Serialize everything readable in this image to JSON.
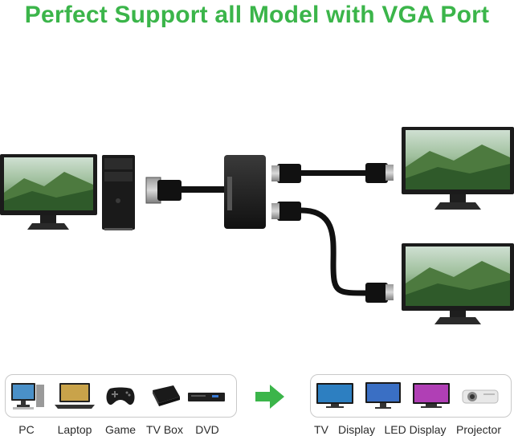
{
  "headline": "Perfect Support all Model with VGA Port",
  "colors": {
    "headline": "#3bb54a",
    "arrow": "#3bb54a"
  },
  "source_devices": [
    {
      "label": "PC",
      "icon": "pc-icon"
    },
    {
      "label": "Laptop",
      "icon": "laptop-icon"
    },
    {
      "label": "Game",
      "icon": "gamepad-icon"
    },
    {
      "label": "TV Box",
      "icon": "tv-box-icon"
    },
    {
      "label": "DVD",
      "icon": "dvd-player-icon"
    }
  ],
  "output_devices": [
    {
      "label": "TV",
      "icon": "tv-icon"
    },
    {
      "label": "Display",
      "icon": "display-icon"
    },
    {
      "label": "LED Display",
      "icon": "led-display-icon"
    },
    {
      "label": "Projector",
      "icon": "projector-icon"
    }
  ]
}
